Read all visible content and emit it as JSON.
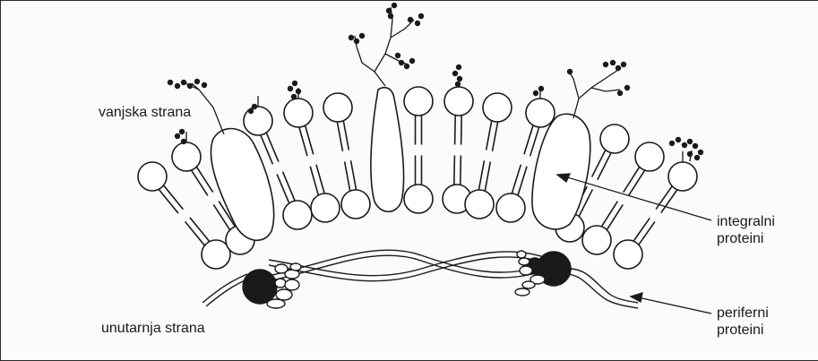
{
  "labels": {
    "outer_side": "vanjska strana",
    "inner_side": "unutarnja strana",
    "integral_proteins": [
      "integralni",
      "proteini"
    ],
    "peripheral_proteins": [
      "periferni",
      "proteini"
    ]
  },
  "colors": {
    "ink": "#1a1a1a",
    "background": "#fbfbfa"
  }
}
